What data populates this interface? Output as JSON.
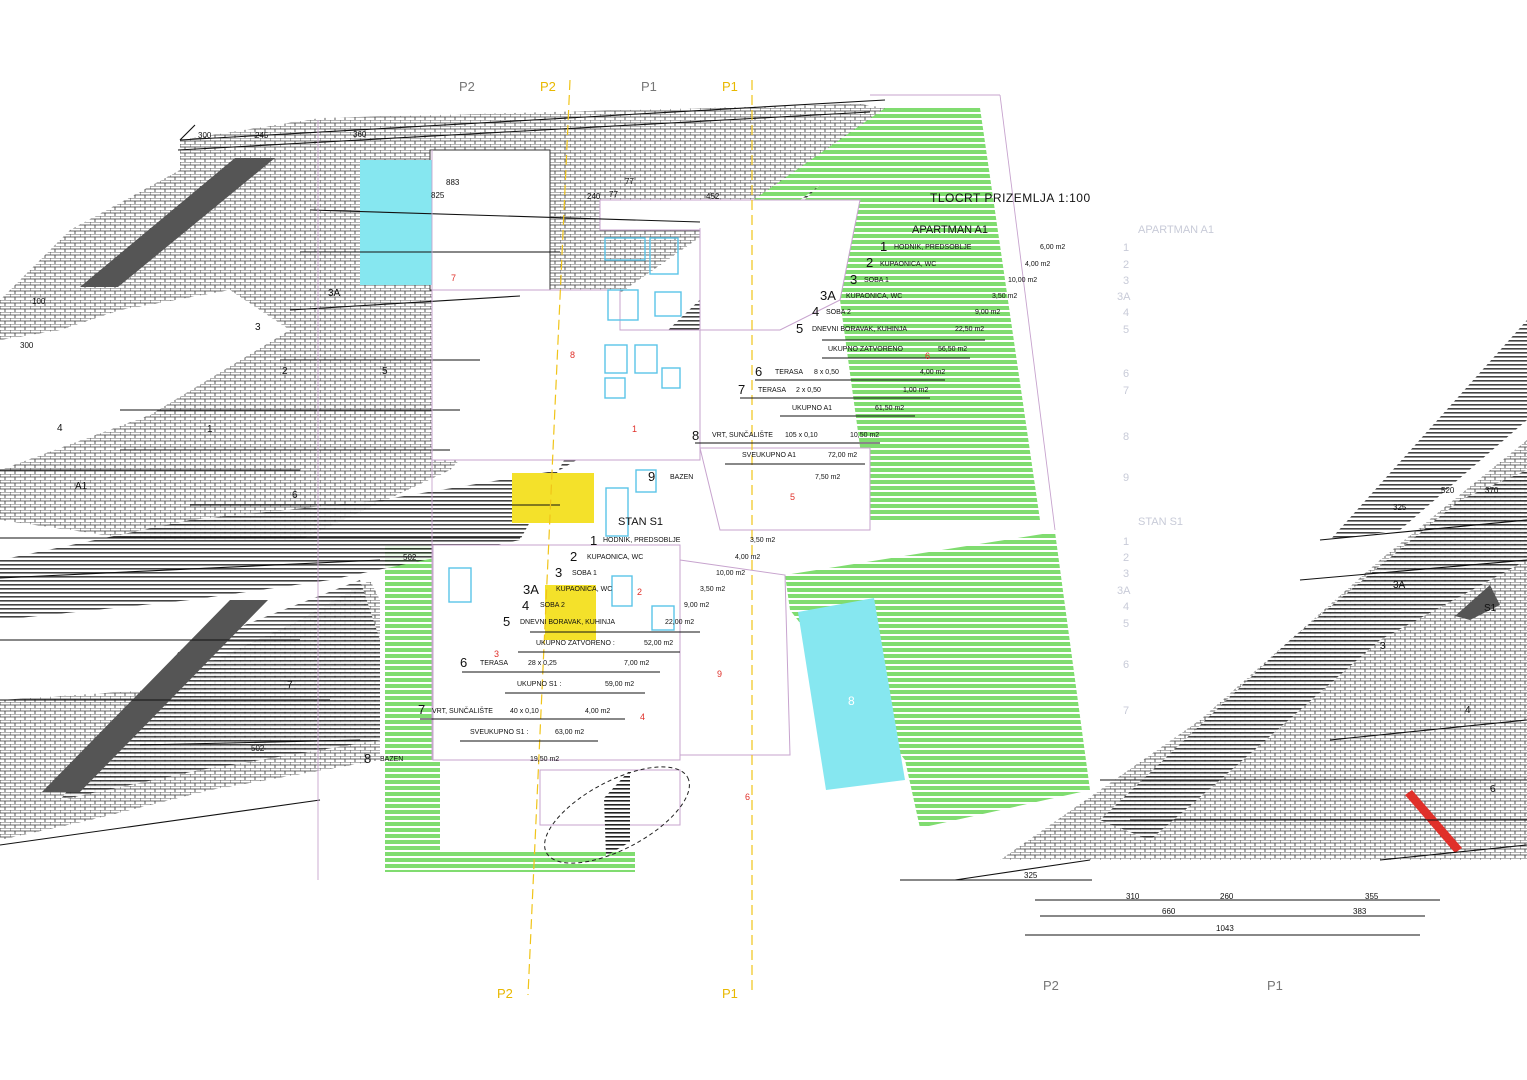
{
  "plan": {
    "title": "TLOCRT PRIZEMLJA 1:100",
    "sections": {
      "top": [
        "P2",
        "P2",
        "P1",
        "P1"
      ],
      "bottom": [
        "P2",
        "P1",
        "P2",
        "P1"
      ]
    },
    "colors": {
      "green": "#7fdc6e",
      "pool": "#86e7f0",
      "yellow": "#f4e12a",
      "dark": "#555555",
      "axis": "#f0c419",
      "red": "#e0302a"
    },
    "apartman_a1": {
      "heading": "APARTMAN A1",
      "rows": [
        {
          "num": "1",
          "label": "HODNIK, PREDSOBLJE",
          "area": "6,00 m2"
        },
        {
          "num": "2",
          "label": "KUPAONICA, WC",
          "area": "4,00 m2"
        },
        {
          "num": "3",
          "label": "SOBA 1",
          "area": "10,00 m2"
        },
        {
          "num": "3A",
          "label": "KUPAONICA, WC",
          "area": "3,50 m2"
        },
        {
          "num": "4",
          "label": "SOBA 2",
          "area": "9,00 m2"
        },
        {
          "num": "5",
          "label": "DNEVNI BORAVAK, KUHINJA",
          "area": "22,50 m2"
        }
      ],
      "closed_total": {
        "label": "UKUPNO ZATVORENO",
        "area": "56,50 m2"
      },
      "terraces": [
        {
          "num": "6",
          "label": "TERASA",
          "calc": "8 x 0,50",
          "area": "4,00 m2"
        },
        {
          "num": "7",
          "label": "TERASA",
          "calc": "2 x 0,50",
          "area": "1,00 m2"
        }
      ],
      "subtotal": {
        "label": "UKUPNO A1",
        "area": "61,50 m2"
      },
      "garden": {
        "num": "8",
        "label": "VRT, SUNČALIŠTE",
        "calc": "105 x 0,10",
        "area": "10,50 m2"
      },
      "grand_total": {
        "label": "SVEUKUPNO A1",
        "area": "72,00 m2"
      },
      "pool": {
        "num": "9",
        "label": "BAZEN",
        "area": "7,50 m2"
      },
      "side_heading": "APARTMAN A1",
      "side_nums": [
        "1",
        "2",
        "3",
        "3A",
        "4",
        "5",
        "6",
        "7",
        "8",
        "9"
      ]
    },
    "stan_s1": {
      "heading": "STAN S1",
      "rows": [
        {
          "num": "1",
          "label": "HODNIK, PREDSOBLJE",
          "area": "3,50 m2"
        },
        {
          "num": "2",
          "label": "KUPAONICA, WC",
          "area": "4,00 m2"
        },
        {
          "num": "3",
          "label": "SOBA 1",
          "area": "10,00 m2"
        },
        {
          "num": "3A",
          "label": "KUPAONICA, WC",
          "area": "3,50 m2"
        },
        {
          "num": "4",
          "label": "SOBA 2",
          "area": "9,00 m2"
        },
        {
          "num": "5",
          "label": "DNEVNI BORAVAK, KUHINJA",
          "area": "22,00 m2"
        }
      ],
      "closed_total": {
        "label": "UKUPNO ZATVORENO :",
        "area": "52,00 m2"
      },
      "terrace": {
        "num": "6",
        "label": "TERASA",
        "calc": "28 x 0,25",
        "area": "7,00 m2"
      },
      "subtotal": {
        "label": "UKUPNO S1 :",
        "area": "59,00 m2"
      },
      "garden": {
        "num": "7",
        "label": "VRT, SUNČALIŠTE",
        "calc": "40 x 0,10",
        "area": "4,00 m2"
      },
      "grand_total": {
        "label": "SVEUKUPNO S1 :",
        "area": "63,00 m2"
      },
      "pool": {
        "num": "8",
        "label": "BAZEN",
        "area": "19,50 m2"
      },
      "side_heading": "STAN S1",
      "side_nums": [
        "1",
        "2",
        "3",
        "3A",
        "4",
        "5",
        "6",
        "7"
      ]
    },
    "room_labels": {
      "left": [
        "A1",
        "3A",
        "2",
        "3",
        "4",
        "5",
        "1",
        "6",
        "7"
      ],
      "right": [
        "S1",
        "3A",
        "3",
        "6",
        "4"
      ],
      "center_red": [
        "7",
        "8",
        "1",
        "2",
        "3",
        "4",
        "5",
        "6",
        "9",
        "6"
      ],
      "pool_label": "8"
    },
    "dimensions": {
      "top": [
        "300",
        "245",
        "883",
        "825",
        "240",
        "77",
        "452",
        "360",
        "77"
      ],
      "left": [
        "100",
        "300",
        "502",
        "502"
      ],
      "bottom": [
        "325",
        "310",
        "260",
        "355",
        "660",
        "383",
        "1043"
      ],
      "right": [
        "325",
        "520",
        "370"
      ]
    }
  }
}
